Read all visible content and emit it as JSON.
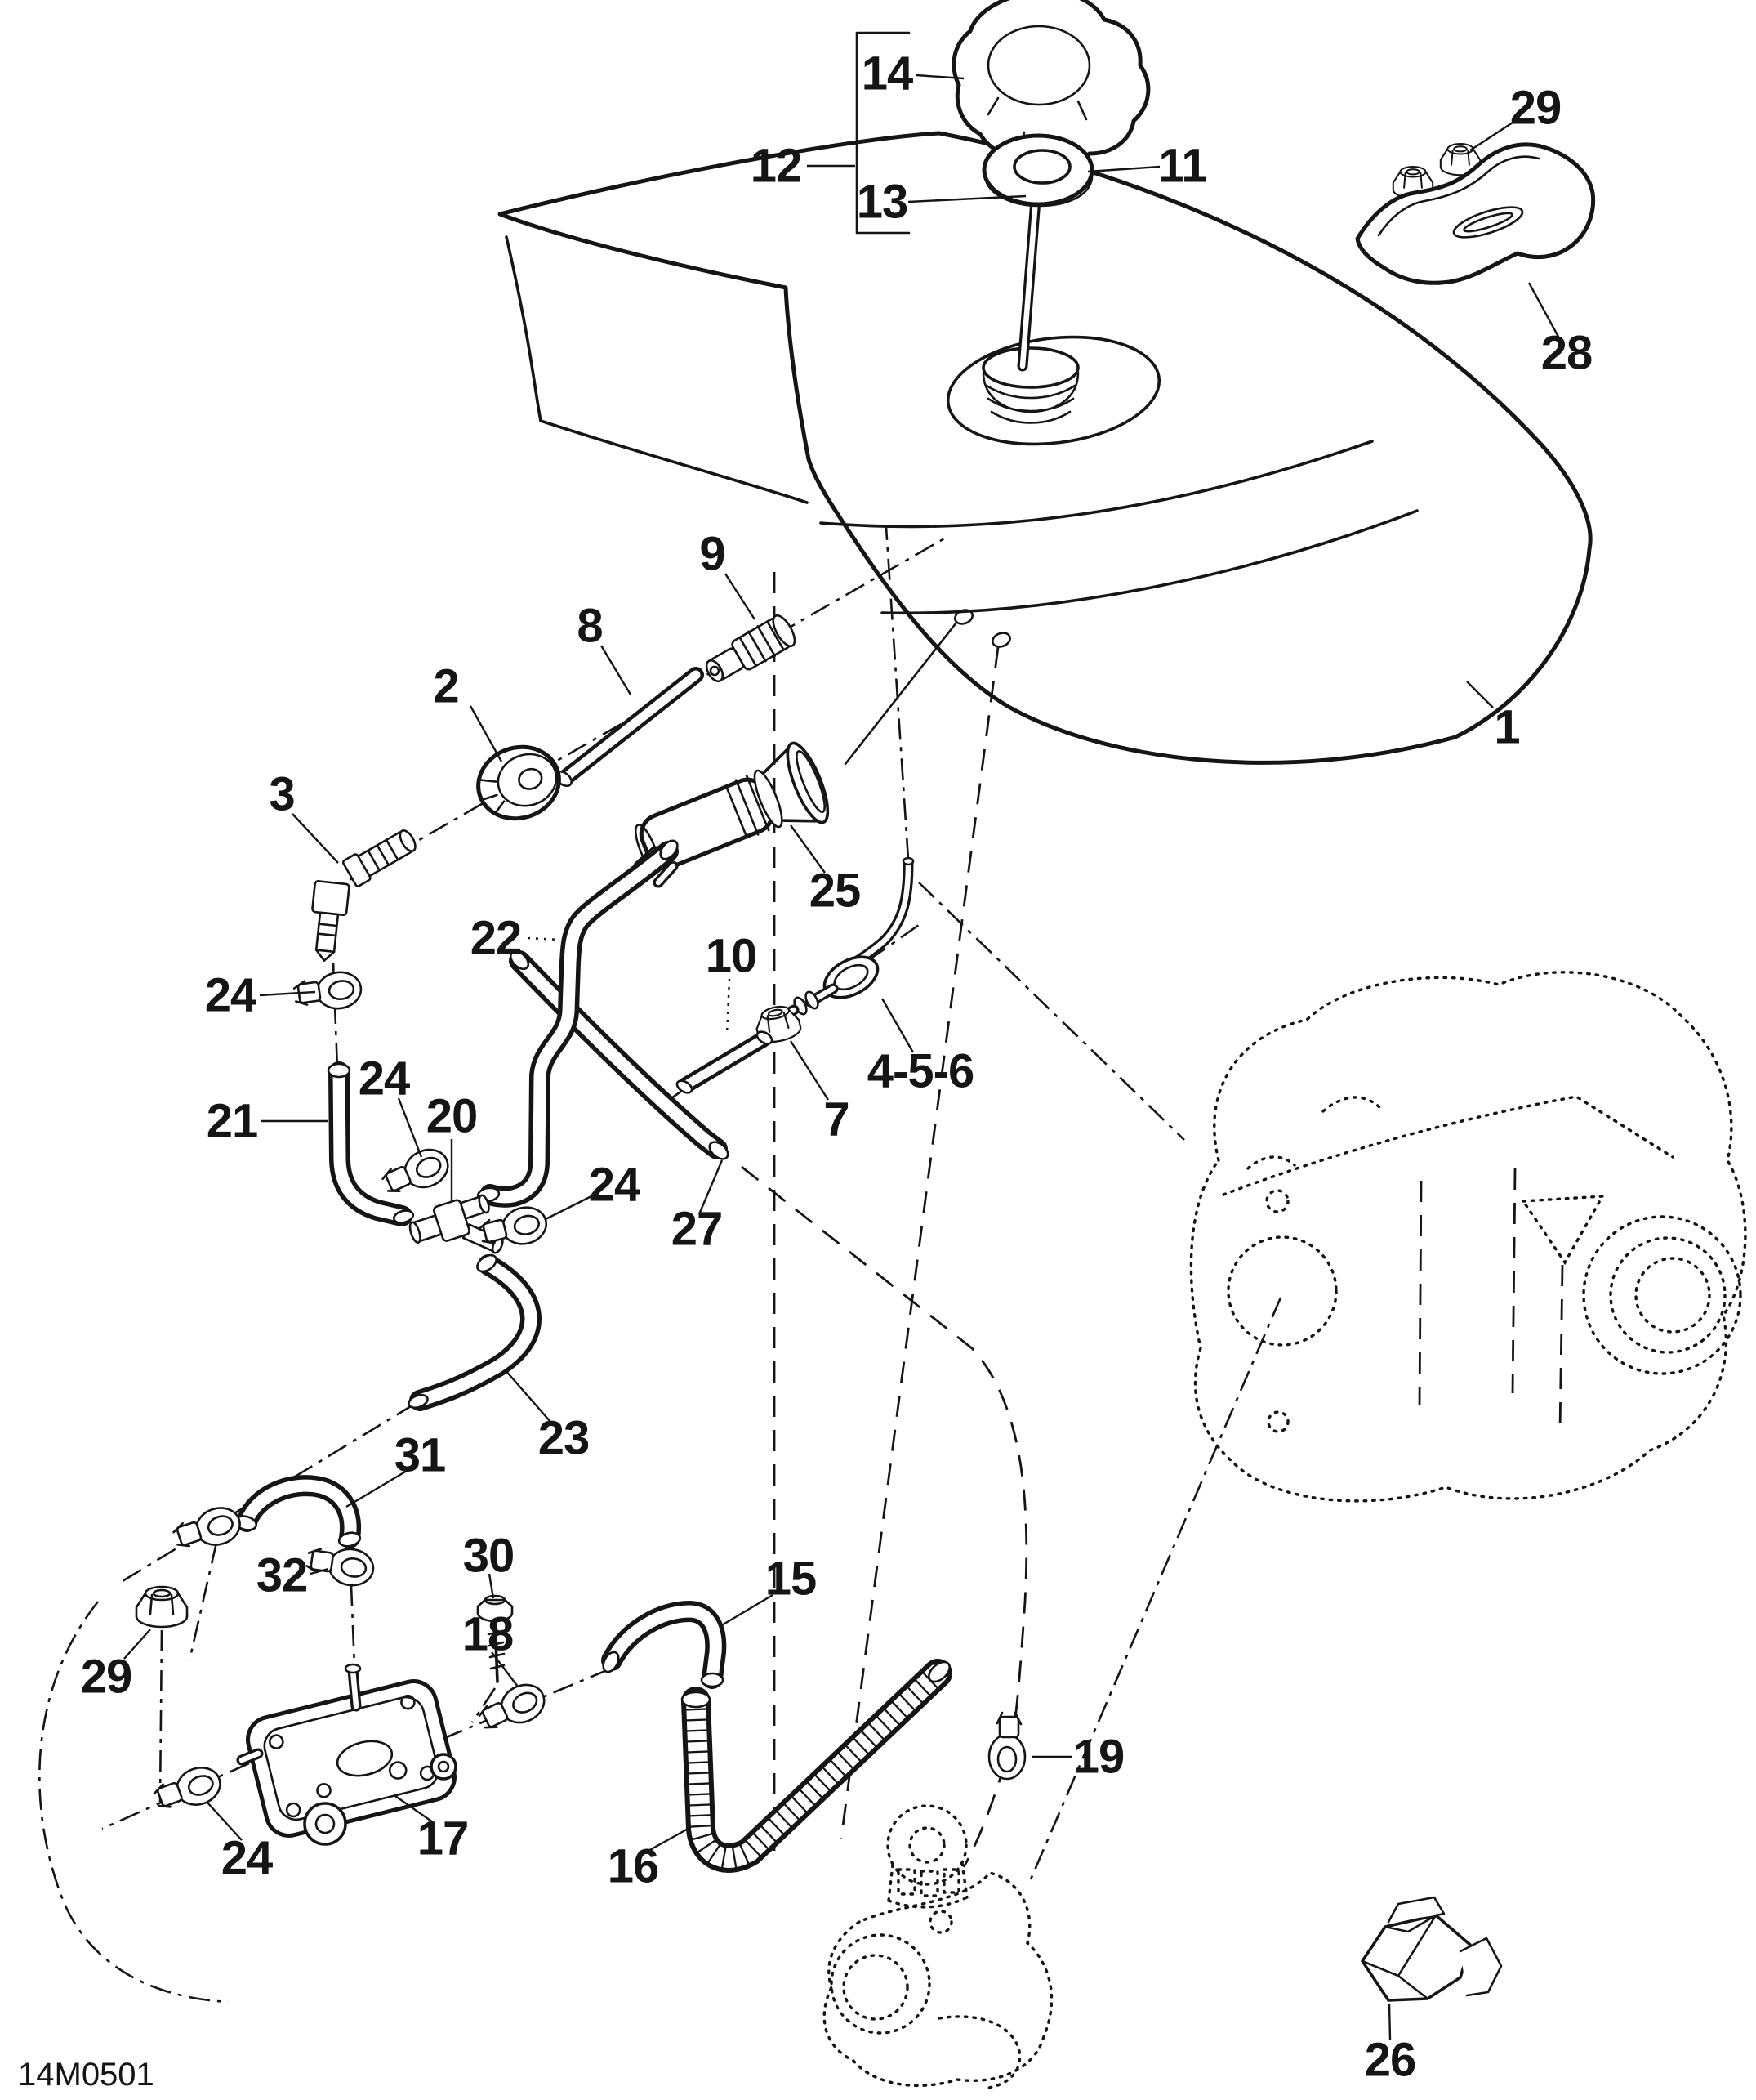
{
  "page": {
    "background": "#ffffff",
    "ink_color": "#151515",
    "style": "exploded-parts-line-diagram"
  },
  "footer": {
    "code": "14M0501"
  },
  "callouts": {
    "c1": {
      "label": "1"
    },
    "c2": {
      "label": "2"
    },
    "c3": {
      "label": "3"
    },
    "c456": {
      "label": "4-5-6"
    },
    "c7": {
      "label": "7"
    },
    "c8": {
      "label": "8"
    },
    "c9": {
      "label": "9"
    },
    "c10": {
      "label": "10"
    },
    "c11": {
      "label": "11"
    },
    "c12": {
      "label": "12"
    },
    "c13": {
      "label": "13"
    },
    "c14": {
      "label": "14"
    },
    "c15": {
      "label": "15"
    },
    "c16": {
      "label": "16"
    },
    "c17": {
      "label": "17"
    },
    "c18": {
      "label": "18"
    },
    "c19": {
      "label": "19"
    },
    "c20": {
      "label": "20"
    },
    "c21": {
      "label": "21"
    },
    "c22": {
      "label": "22"
    },
    "c23": {
      "label": "23"
    },
    "c24a": {
      "label": "24"
    },
    "c24b": {
      "label": "24"
    },
    "c24c": {
      "label": "24"
    },
    "c24d": {
      "label": "24"
    },
    "c25": {
      "label": "25"
    },
    "c26": {
      "label": "26"
    },
    "c27": {
      "label": "27"
    },
    "c28": {
      "label": "28"
    },
    "c29a": {
      "label": "29"
    },
    "c29b": {
      "label": "29"
    },
    "c30": {
      "label": "30"
    },
    "c31": {
      "label": "31"
    },
    "c32": {
      "label": "32"
    }
  }
}
